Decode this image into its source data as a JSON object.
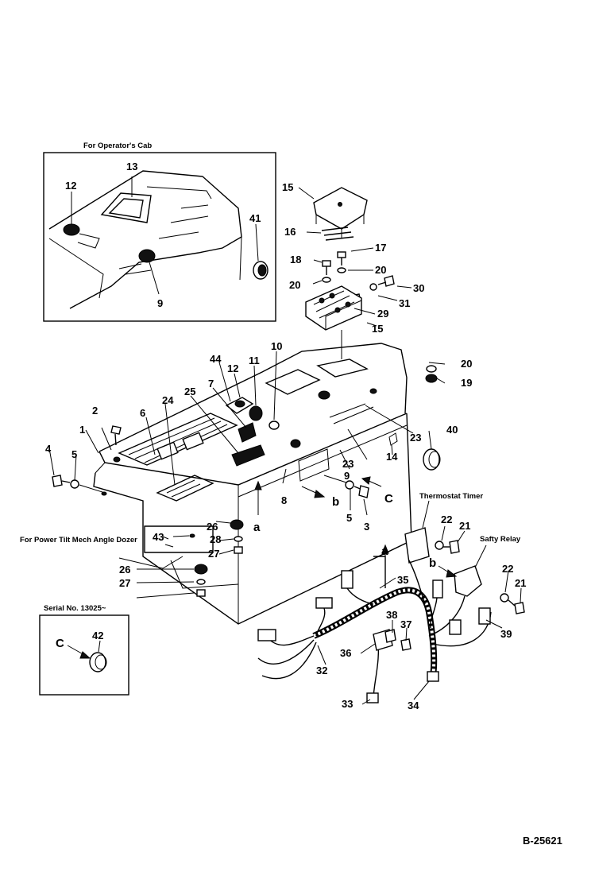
{
  "captions": {
    "operators_cab": "For Operator's Cab",
    "power_tilt": "For Power Tilt Mech Angle Dozer",
    "serial": "Serial No. 13025~",
    "thermostat_timer": "Thermostat Timer",
    "safety_relay": "Safty Relay"
  },
  "reference": "B-25621",
  "arrow_labels": {
    "a1": "a",
    "a2": "a",
    "b1": "b",
    "b2": "b",
    "c1": "C",
    "c2": "C"
  },
  "callouts": {
    "c13": "13",
    "c12_inset": "12",
    "c41": "41",
    "c9_inset": "9",
    "c15_top": "15",
    "c16": "16",
    "c17": "17",
    "c18": "18",
    "c20_a": "20",
    "c20_b": "20",
    "c30": "30",
    "c31": "31",
    "c29": "29",
    "c15_b": "15",
    "c44": "44",
    "c12": "12",
    "c11": "11",
    "c10": "10",
    "c20_c": "20",
    "c19": "19",
    "c7": "7",
    "c25": "25",
    "c24": "24",
    "c6": "6",
    "c2": "2",
    "c1": "1",
    "c4": "4",
    "c5_a": "5",
    "c23_a": "23",
    "c23_b": "23",
    "c9": "9",
    "c14": "14",
    "c40": "40",
    "c8": "8",
    "c5_b": "5",
    "c3": "3",
    "c43": "43",
    "c26_a": "26",
    "c28": "28",
    "c27_a": "27",
    "c26_b": "26",
    "c27_b": "27",
    "c22_a": "22",
    "c21_a": "21",
    "c22_b": "22",
    "c21_b": "21",
    "c35": "35",
    "c38": "38",
    "c37": "37",
    "c36": "36",
    "c32": "32",
    "c33": "33",
    "c34": "34",
    "c39": "39",
    "c42": "42"
  }
}
